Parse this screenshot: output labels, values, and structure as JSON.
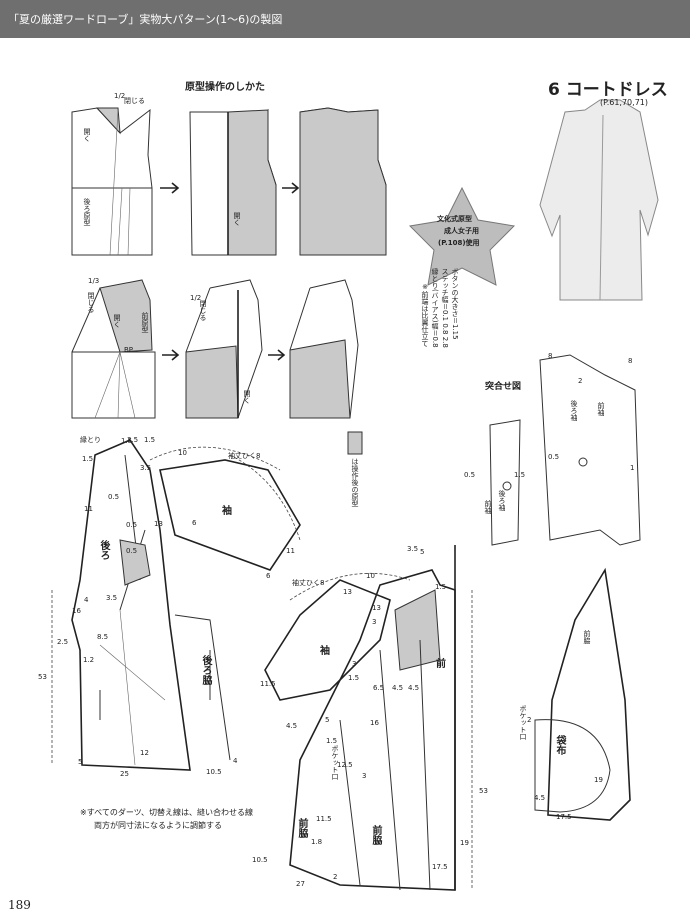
{
  "header": {
    "text": "「夏の厳選ワードローブ」実物大パターン(1〜6)の製図"
  },
  "heading": {
    "number": "6",
    "title": "コートドレス",
    "pages": "(P.61,70,71)"
  },
  "section_title": "原型操作のしかた",
  "star_badge": {
    "line1": "文化式原型",
    "line2": "成人女子用",
    "line3": "(P.108)使用"
  },
  "notes": {
    "button": "ボタンの大きさ＝1.15",
    "stitch": "ステッチ幅＝0.1 0.8 2.8",
    "bias": "縁とり(バイアス)幅＝0.8",
    "front_edge": "※前端は比翼仕立て"
  },
  "legend": {
    "text": "は操作後の原型"
  },
  "assembly_label": "突合せ図",
  "footnote": {
    "line1": "※すべてのダーツ、切替え線は、縫い合わせる線",
    "line2": "両方が同寸法になるように調節する"
  },
  "page_number": "189",
  "labels": {
    "close_half": "閉じる",
    "open": "開く",
    "back_block": "後ろ原型",
    "open2": "開く",
    "close_third": "閉じる",
    "front_block": "前原型",
    "bp": "BP",
    "open3": "開く",
    "open4": "開く",
    "half": "1/2",
    "third": "1/3",
    "edge": "縁とり",
    "sleeve_len": "袖丈ひく8",
    "sleeve": "袖",
    "back": "後ろ",
    "back_side": "後ろ脇",
    "sleeve2": "袖",
    "front": "前",
    "front_side2": "前脇",
    "front_side1": "前脇",
    "pocket": "ポケット口",
    "pocket2": "ポケット口",
    "bag": "袋布",
    "front_side_b": "前脇",
    "back_sleeve": "後ろ袖",
    "front_sleeve": "前袖",
    "back_sleeve2": "後ろ袖",
    "front_sleeve2": "前袖",
    "sleeve_len2": "袖丈ひく8"
  },
  "measurements": {
    "m1": "1.5",
    "m2": "3.5",
    "m3": "1.5",
    "m4": "1.5",
    "m5": "3.5",
    "m6": "10",
    "m7": "0.5",
    "m8": "11",
    "m9": "0.5",
    "m10": "13",
    "m11": "0.5",
    "m12": "6",
    "m13": "11",
    "m14": "6",
    "m15": "16",
    "m16": "8.5",
    "m17": "2.5",
    "m18": "1.2",
    "m19": "53",
    "m20": "12",
    "m21": "5",
    "m22": "25",
    "m23": "10.5",
    "m24": "4",
    "m25": "5",
    "m26": "13",
    "m27": "13",
    "m28": "10",
    "m29": "3.5",
    "m30": "1.5",
    "m31": "3",
    "m32": "16",
    "m33": "6.5",
    "m34": "4.5",
    "m35": "4.5",
    "m36": "3",
    "m37": "1.5",
    "m38": "11.5",
    "m39": "4.5",
    "m40": "5",
    "m41": "1.5",
    "m42": "12.5",
    "m43": "3",
    "m44": "11.5",
    "m45": "1.8",
    "m46": "10.5",
    "m47": "27",
    "m48": "2",
    "m49": "17.5",
    "m50": "19",
    "m51": "53",
    "m52": "19",
    "m53": "17.5",
    "m54": "4.5",
    "m55": "2",
    "m56": "0.5",
    "m57": "1.5",
    "m58": "0.5",
    "m59": "8",
    "m60": "8",
    "m61": "1",
    "m62": "2",
    "m63": "3.5",
    "m64": "4",
    "m65": "1.15",
    "m66": "5",
    "m67": "0.8",
    "m68": "2.8"
  }
}
